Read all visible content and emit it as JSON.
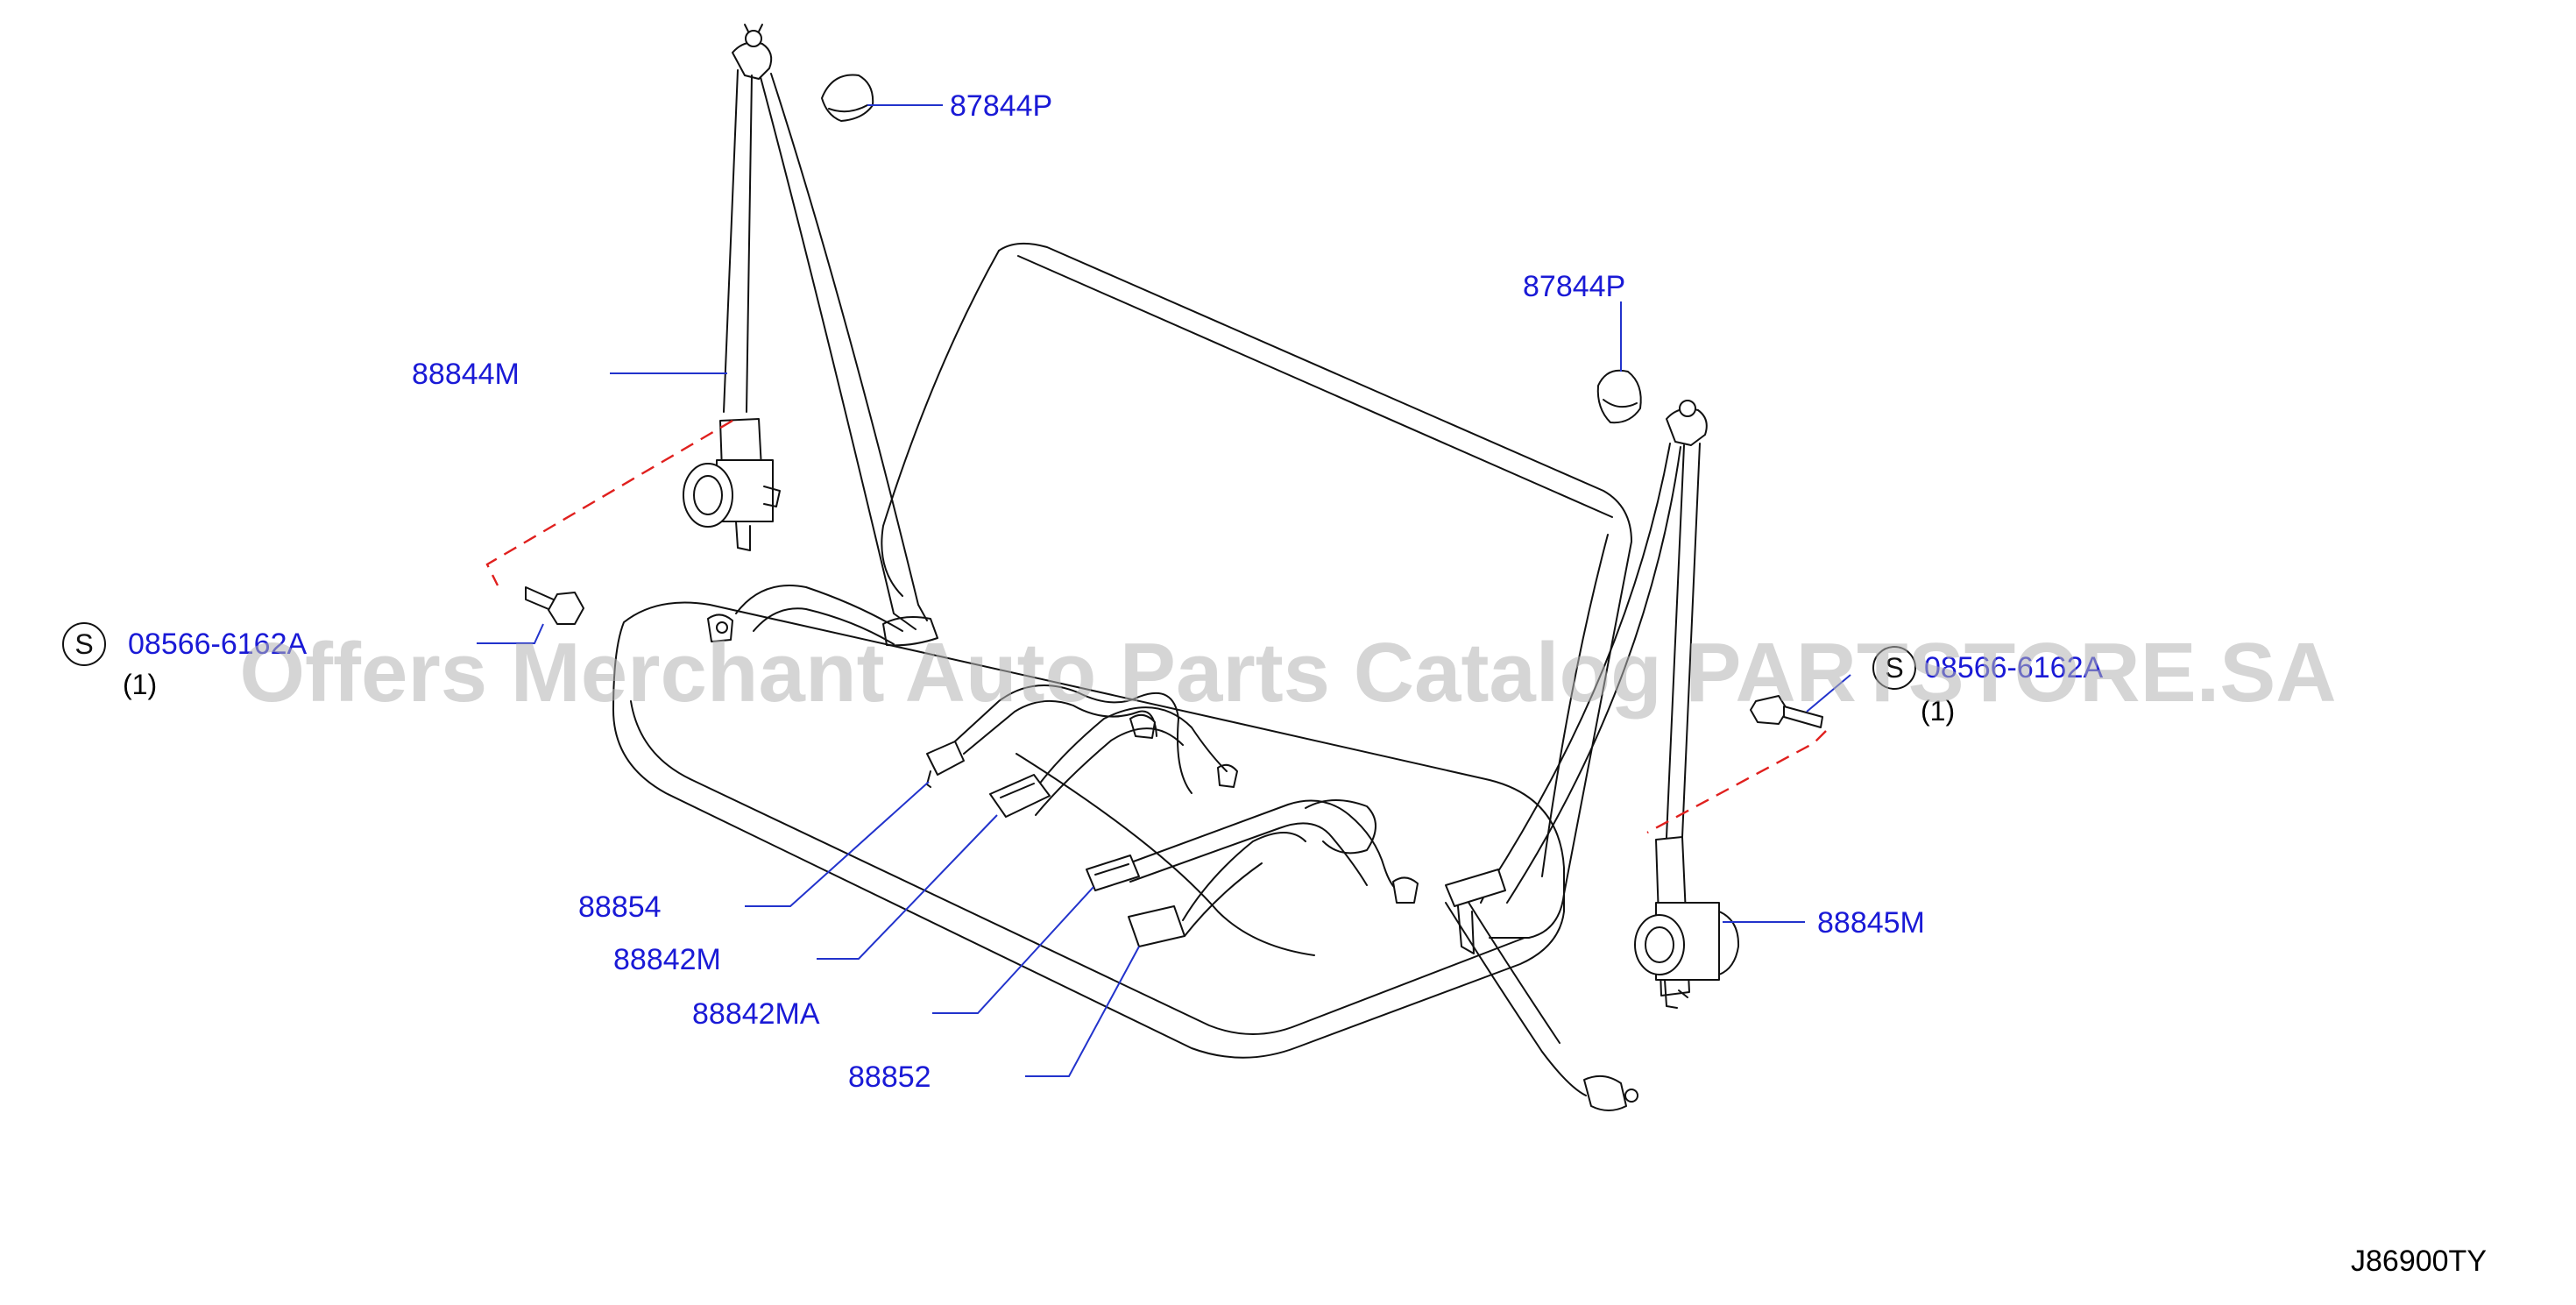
{
  "diagram": {
    "code": "J86900TY",
    "watermark": "Offers Merchant Auto Parts Catalog PARTSTORE.SA",
    "symbol_letter": "S",
    "callouts": {
      "cap_left": "87844P",
      "cap_right": "87844P",
      "belt_left": "88844M",
      "belt_right": "88845M",
      "bolt_left": "08566-6162A",
      "bolt_right": "08566-6162A",
      "buckle_center": "88854",
      "buckle_a": "88842M",
      "buckle_b": "88842MA",
      "buckle_c": "88852"
    },
    "quantities": {
      "bolt_left": "(1)",
      "bolt_right": "(1)"
    },
    "colors": {
      "label": "#1a1ad6",
      "leader": "#2233cc",
      "dashed": "#e0201e",
      "line_art": "#111111",
      "watermark": "#b4b4b4"
    }
  }
}
